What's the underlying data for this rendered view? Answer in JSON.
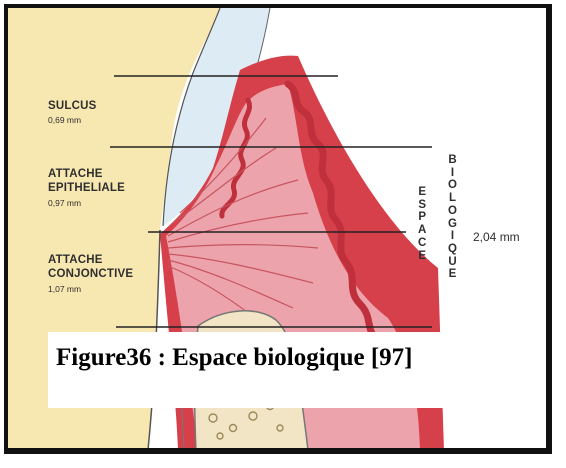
{
  "labels": {
    "sulcus": {
      "name": "SULCUS",
      "value": "0,69 mm"
    },
    "epithelial": {
      "name_line1": "ATTACHE",
      "name_line2": "EPITHELIALE",
      "value": "0,97 mm"
    },
    "conjunctive": {
      "name_line1": "ATTACHE",
      "name_line2": "CONJONCTIVE",
      "value": "1,07 mm"
    }
  },
  "vertical_words": {
    "espace": [
      "E",
      "S",
      "P",
      "A",
      "C",
      "E"
    ],
    "biologique": [
      "B",
      "I",
      "O",
      "L",
      "O",
      "G",
      "I",
      "Q",
      "U",
      "E"
    ]
  },
  "total_width": "2,04 mm",
  "caption": "Figure36 : Espace biologique [97]",
  "colors": {
    "tooth": "#f7e7b0",
    "enamel": "#dcebf4",
    "gingiva_red": "#d6404a",
    "gingiva_pink": "#eda3ab",
    "bone": "#f1e5c6"
  }
}
